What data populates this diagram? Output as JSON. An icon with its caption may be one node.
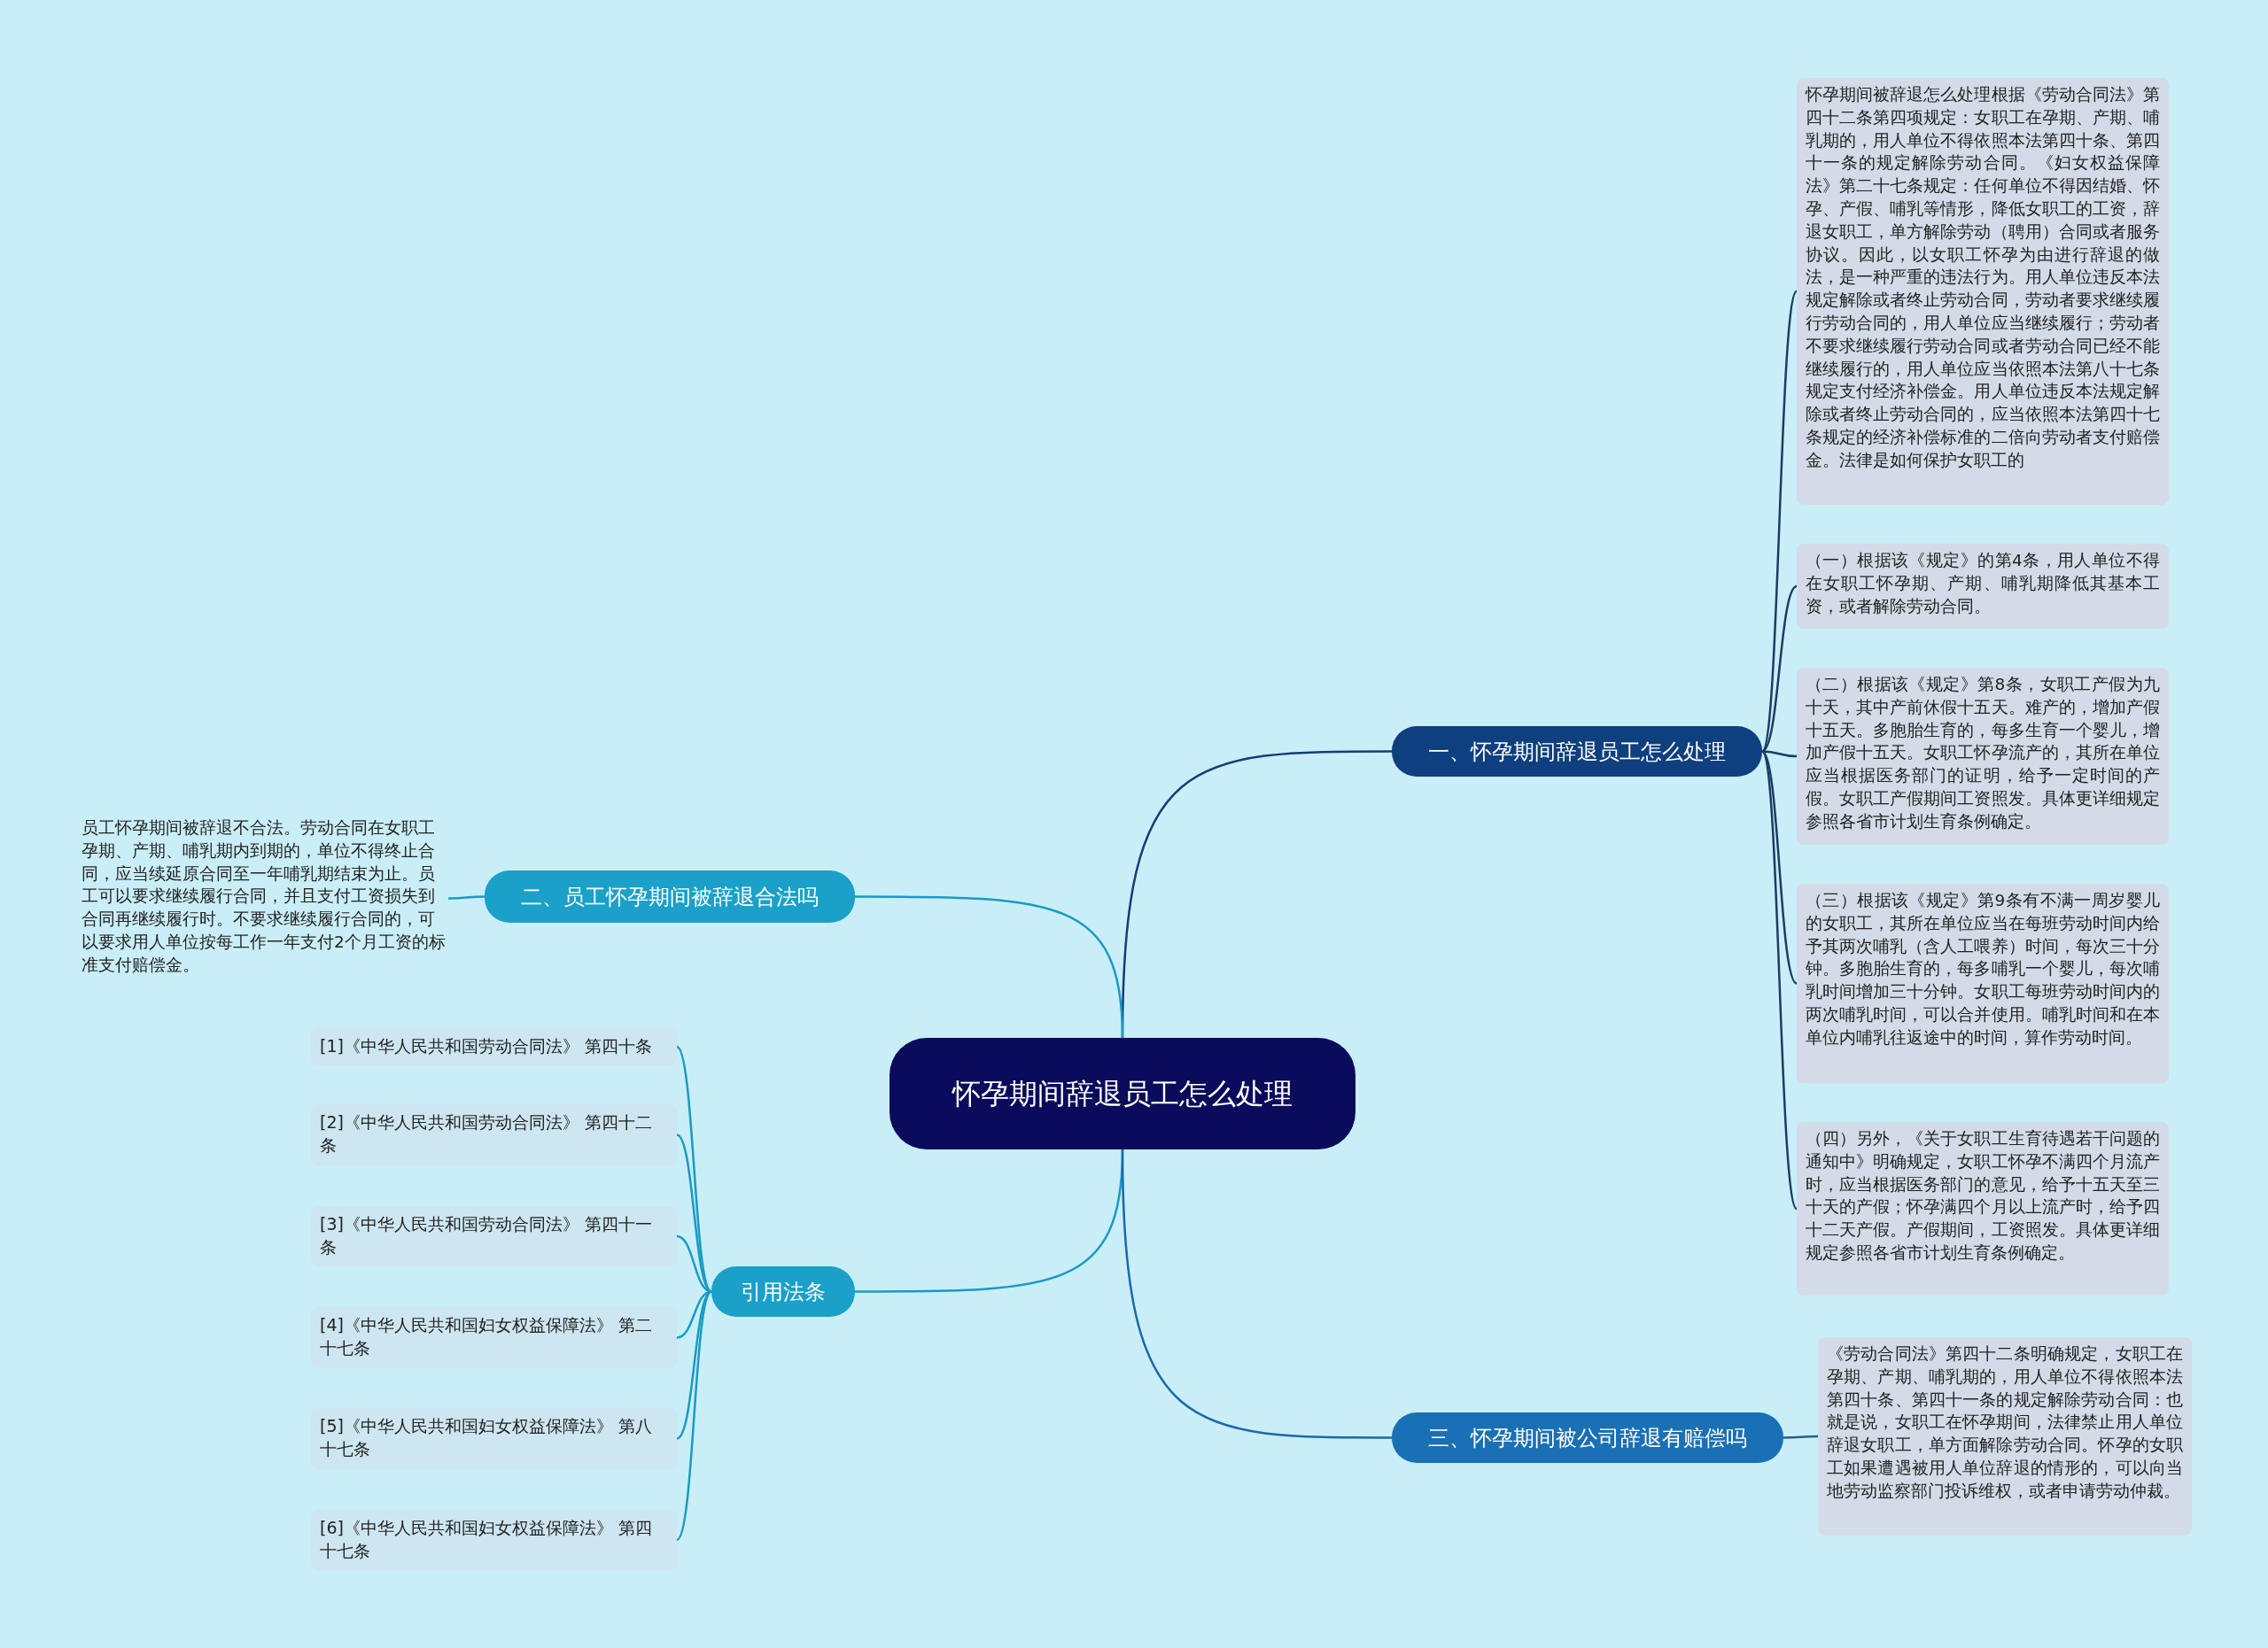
{
  "diagram": {
    "nodes": [
      {
        "text": [
          "怀孕期间辞退员工怎么处理"
        ]
      },
      {
        "text": [
          "一、怀孕期间辞退员工怎么处理"
        ]
      },
      {
        "text": [
          "怀孕期间被辞退怎么处理根据《劳动合同法》第四十二条第四项规定：女职工在孕期、产期、哺乳期的，用人单位不得依照本法第四十条、第四十一条的规定解除劳动合同。《妇女权益保障法》第二十七条规定：任何单位不得因结婚、怀孕、产假、哺乳等情形，降低女职工的工资，辞退女职工，单方解除劳动（聘用）合同或者服务协议。因此，以女职工怀孕为由进行辞退的做法，是一种严重的违法行为。用人单位违反本法规定解除或者终止劳动合同，劳动者要求继续履行劳动合同的，用人单位应当继续履行；劳动者不要求继续履行劳动合同或者劳动合同已经不能继续履行的，用人单位应当依照本法第八十七条规定支付经济补偿金。用人单位违反本法规定解除或者终止劳动合同的，应当依照本法第四十七条规定的经济补偿标准的二倍向劳动者支付赔偿金。法律是如何保护女职工的"
        ]
      },
      {
        "text": [
          "（一）根据该《规定》的第4条，用人单位不得在女职工怀孕期、产期、哺乳期降低其基本工资，或者解除劳动合同。"
        ]
      },
      {
        "text": [
          "（二）根据该《规定》第8条，女职工产假为九十天，其中产前休假十五天。难产的，增加产假十五天。多胞胎生育的，每多生育一个婴儿，增加产假十五天。女职工怀孕流产的，其所在单位应当根据医务部门的证明，给予一定时间的产假。女职工产假期间工资照发。具体更详细规定参照各省市计划生育条例确定。"
        ]
      },
      {
        "text": [
          "（三）根据该《规定》第9条有不满一周岁婴儿的女职工，其所在单位应当在每班劳动时间内给予其两次哺乳（含人工喂养）时间，每次三十分钟。多胞胎生育的，每多哺乳一个婴儿，每次哺乳时间增加三十分钟。女职工每班劳动时间内的两次哺乳时间，可以合并使用。哺乳时间和在本单位内哺乳往返途中的时间，算作劳动时间。"
        ]
      },
      {
        "text": [
          "（四）另外，《关于女职工生育待遇若干问题的通知中》明确规定，女职工怀孕不满四个月流产时，应当根据医务部门的意见，给予十五天至三十天的产假；怀孕满四个月以上流产时，给予四十二天产假。产假期间，工资照发。具体更详细规定参照各省市计划生育条例确定。"
        ]
      },
      {
        "text": [
          "二、员工怀孕期间被辞退合法吗"
        ]
      },
      {
        "text": [
          "员工怀孕期间被辞退不合法。劳动合同在女职工孕期、产期、哺乳期内到期的，单位不得终止合同，应当续延原合同至一年哺乳期结束为止。员工可以要求继续履行合同，并且支付工资损失到合同再继续履行时。不要求继续履行合同的，可以要求用人单位按每工作一年支付2个月工资的标准支付赔偿金。"
        ]
      },
      {
        "text": [
          "引用法条"
        ]
      },
      {
        "text": [
          "[1]《中华人民共和国劳动合同法》 第四十条"
        ]
      },
      {
        "text": [
          "[2]《中华人民共和国劳动合同法》 第四十二条"
        ]
      },
      {
        "text": [
          "[3]《中华人民共和国劳动合同法》 第四十一条"
        ]
      },
      {
        "text": [
          "[4]《中华人民共和国妇女权益保障法》 第二十七条"
        ]
      },
      {
        "text": [
          "[5]《中华人民共和国妇女权益保障法》 第八十七条"
        ]
      },
      {
        "text": [
          "[6]《中华人民共和国妇女权益保障法》 第四十七条"
        ]
      },
      {
        "text": [
          "三、怀孕期间被公司辞退有赔偿吗"
        ]
      },
      {
        "text": [
          "《劳动合同法》第四十二条明确规定，女职工在孕期、产期、哺乳期的，用人单位不得依照本法第四十条、第四十一条的规定解除劳动合同：也就是说，女职工在怀孕期间，法律禁止用人单位辞退女职工，单方面解除劳动合同。怀孕的女职工如果遭遇被用人单位辞退的情形的，可以向当地劳动监察部门投诉维权，或者申请劳动仲裁。"
        ]
      }
    ],
    "edges": [
      {
        "from": 0,
        "to": 1,
        "arrow": "none",
        "color": "#153d78"
      },
      {
        "from": 1,
        "to": 2,
        "arrow": "none",
        "color": "#1c3b66"
      },
      {
        "from": 1,
        "to": 3,
        "arrow": "none",
        "color": "#1c3b66"
      },
      {
        "from": 1,
        "to": 4,
        "arrow": "none",
        "color": "#1c3b66"
      },
      {
        "from": 1,
        "to": 5,
        "arrow": "none",
        "color": "#1c3b66"
      },
      {
        "from": 1,
        "to": 6,
        "arrow": "none",
        "color": "#1c3b66"
      },
      {
        "from": 0,
        "to": 7,
        "arrow": "none"
      },
      {
        "from": 7,
        "to": 8,
        "arrow": "none"
      },
      {
        "from": 0,
        "to": 9,
        "arrow": "none"
      },
      {
        "from": 9,
        "to": 10,
        "arrow": "none"
      },
      {
        "from": 9,
        "to": 11,
        "arrow": "none"
      },
      {
        "from": 9,
        "to": 12,
        "arrow": "none"
      },
      {
        "from": 9,
        "to": 13,
        "arrow": "none"
      },
      {
        "from": 9,
        "to": 14,
        "arrow": "none"
      },
      {
        "from": 9,
        "to": 15,
        "arrow": "none"
      },
      {
        "from": 0,
        "to": 16,
        "arrow": "none",
        "color": "#1a6aa8"
      },
      {
        "from": 16,
        "to": 17,
        "arrow": "none",
        "color": "#2a5f84"
      }
    ]
  }
}
